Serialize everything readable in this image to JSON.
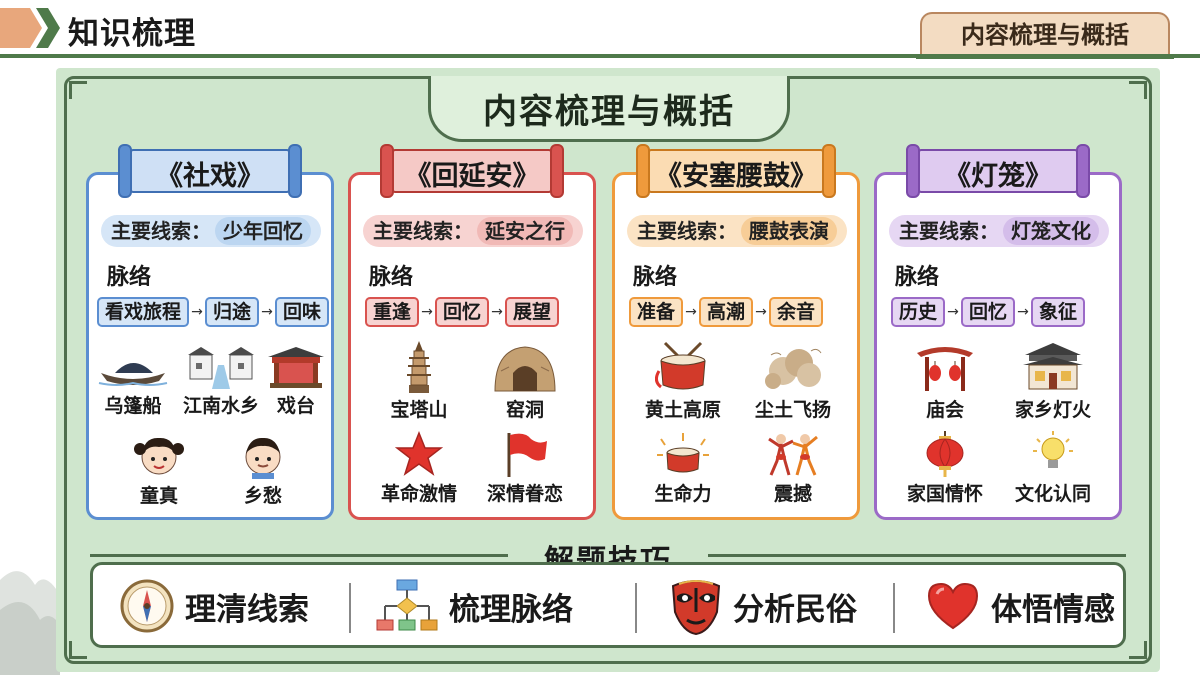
{
  "header": {
    "title": "知识梳理",
    "tag": "内容梳理与概括"
  },
  "board": {
    "title": "内容梳理与概括",
    "columns": [
      {
        "title": "《社戏》",
        "clue_label": "主要线索：",
        "clue_value": "少年回忆",
        "vein_label": "脉络",
        "flow": [
          "看戏旅程",
          "归途",
          "回味"
        ],
        "items": [
          {
            "label": "乌篷船",
            "icon": "boat-icon"
          },
          {
            "label": "江南水乡",
            "icon": "water-town-icon"
          },
          {
            "label": "戏台",
            "icon": "stage-icon"
          },
          {
            "label": "童真",
            "icon": "girl-icon"
          },
          {
            "label": "乡愁",
            "icon": "boy-icon"
          }
        ],
        "accent": "#5b8ed1",
        "light": "#d6e6f7"
      },
      {
        "title": "《回延安》",
        "clue_label": "主要线索：",
        "clue_value": "延安之行",
        "vein_label": "脉络",
        "flow": [
          "重逢",
          "回忆",
          "展望"
        ],
        "items": [
          {
            "label": "宝塔山",
            "icon": "pagoda-icon"
          },
          {
            "label": "窑洞",
            "icon": "cave-dwelling-icon"
          },
          {
            "label": "革命激情",
            "icon": "red-star-icon"
          },
          {
            "label": "深情眷恋",
            "icon": "red-flag-icon"
          }
        ],
        "accent": "#d9534f",
        "light": "#f7d3d1"
      },
      {
        "title": "《安塞腰鼓》",
        "clue_label": "主要线索：",
        "clue_value": "腰鼓表演",
        "vein_label": "脉络",
        "flow": [
          "准备",
          "高潮",
          "余音"
        ],
        "items": [
          {
            "label": "黄土高原",
            "icon": "waist-drum-icon"
          },
          {
            "label": "尘土飞扬",
            "icon": "dust-cloud-icon"
          },
          {
            "label": "生命力",
            "icon": "drum-sparkle-icon"
          },
          {
            "label": "震撼",
            "icon": "dancers-icon"
          }
        ],
        "accent": "#ef9a3c",
        "light": "#fbe3c4"
      },
      {
        "title": "《灯笼》",
        "clue_label": "主要线索：",
        "clue_value": "灯笼文化",
        "vein_label": "脉络",
        "flow": [
          "历史",
          "回忆",
          "象征"
        ],
        "items": [
          {
            "label": "庙会",
            "icon": "temple-fair-icon"
          },
          {
            "label": "家乡灯火",
            "icon": "hometown-house-icon"
          },
          {
            "label": "家国情怀",
            "icon": "lantern-icon"
          },
          {
            "label": "文化认同",
            "icon": "light-bulb-icon"
          }
        ],
        "accent": "#9b6ac7",
        "light": "#e6d7f3"
      }
    ]
  },
  "tips": {
    "title": "解题技巧",
    "items": [
      {
        "label": "理清线索",
        "icon": "compass-icon"
      },
      {
        "label": "梳理脉络",
        "icon": "flowchart-icon"
      },
      {
        "label": "分析民俗",
        "icon": "opera-mask-icon"
      },
      {
        "label": "体悟情感",
        "icon": "heart-icon"
      }
    ]
  },
  "colors": {
    "frame": "#4f6e4d",
    "board_bg": "#cfe6cd"
  }
}
